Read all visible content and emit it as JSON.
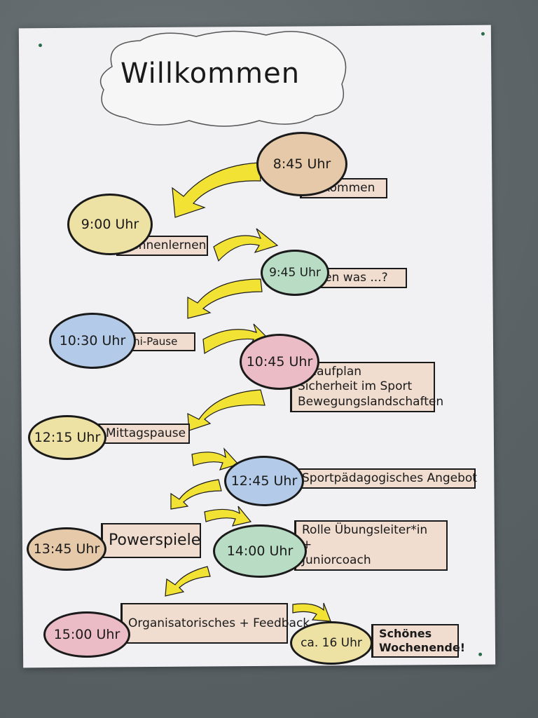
{
  "poster": {
    "title": "Willkommen",
    "colors": {
      "arrow": "#f2e234",
      "paper": "#f1f1f3",
      "ink": "#1a1a1a"
    },
    "items": [
      {
        "time": "8:45 Uhr",
        "label": "Ankommen",
        "color": "#e6c9a8"
      },
      {
        "time": "9:00 Uhr",
        "label": "Kennenlernen",
        "color": "#ede2a4"
      },
      {
        "time": "9:45 Uhr",
        "label": "Open was ...?",
        "color": "#b9dcc4"
      },
      {
        "time": "10:30 Uhr",
        "label": "Mini-Pause",
        "color": "#b3cbe8"
      },
      {
        "time": "10:45 Uhr",
        "label": "Ablaufplan\nSicherheit im Sport\nBewegungslandschaften",
        "color": "#ebbcc6"
      },
      {
        "time": "12:15 Uhr",
        "label": "Mittagspause",
        "color": "#ede2a4"
      },
      {
        "time": "12:45 Uhr",
        "label": "Sportpädagogisches Angebot",
        "color": "#b3cbe8"
      },
      {
        "time": "13:45 Uhr",
        "label": "Powerspiele",
        "color": "#e6c9a8"
      },
      {
        "time": "14:00 Uhr",
        "label": "Rolle Übungsleiter*in +\nJuniorcoach",
        "color": "#b9dcc4"
      },
      {
        "time": "15:00 Uhr",
        "label": "Organisatorisches + Feedback",
        "color": "#ebbcc6"
      },
      {
        "time": "ca. 16 Uhr",
        "label": "Schönes\nWochenende!",
        "color": "#ede2a4"
      }
    ]
  }
}
